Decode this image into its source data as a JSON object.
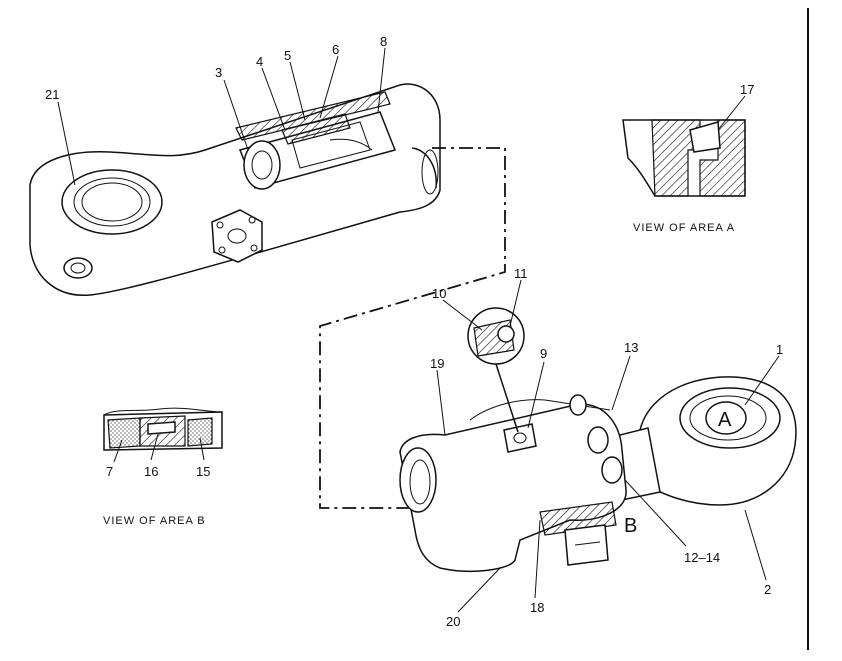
{
  "callouts": {
    "c1": "1",
    "c2": "2",
    "c3": "3",
    "c4": "4",
    "c5": "5",
    "c6": "6",
    "c7": "7",
    "c8": "8",
    "c9": "9",
    "c10": "10",
    "c11": "11",
    "c12_14": "12–14",
    "c13": "13",
    "c15": "15",
    "c16": "16",
    "c17": "17",
    "c18": "18",
    "c19": "19",
    "c20": "20",
    "c21": "21"
  },
  "captions": {
    "view_a": "VIEW OF AREA A",
    "view_b": "VIEW OF AREA B"
  },
  "area_letters": {
    "a": "A",
    "b": "B"
  }
}
